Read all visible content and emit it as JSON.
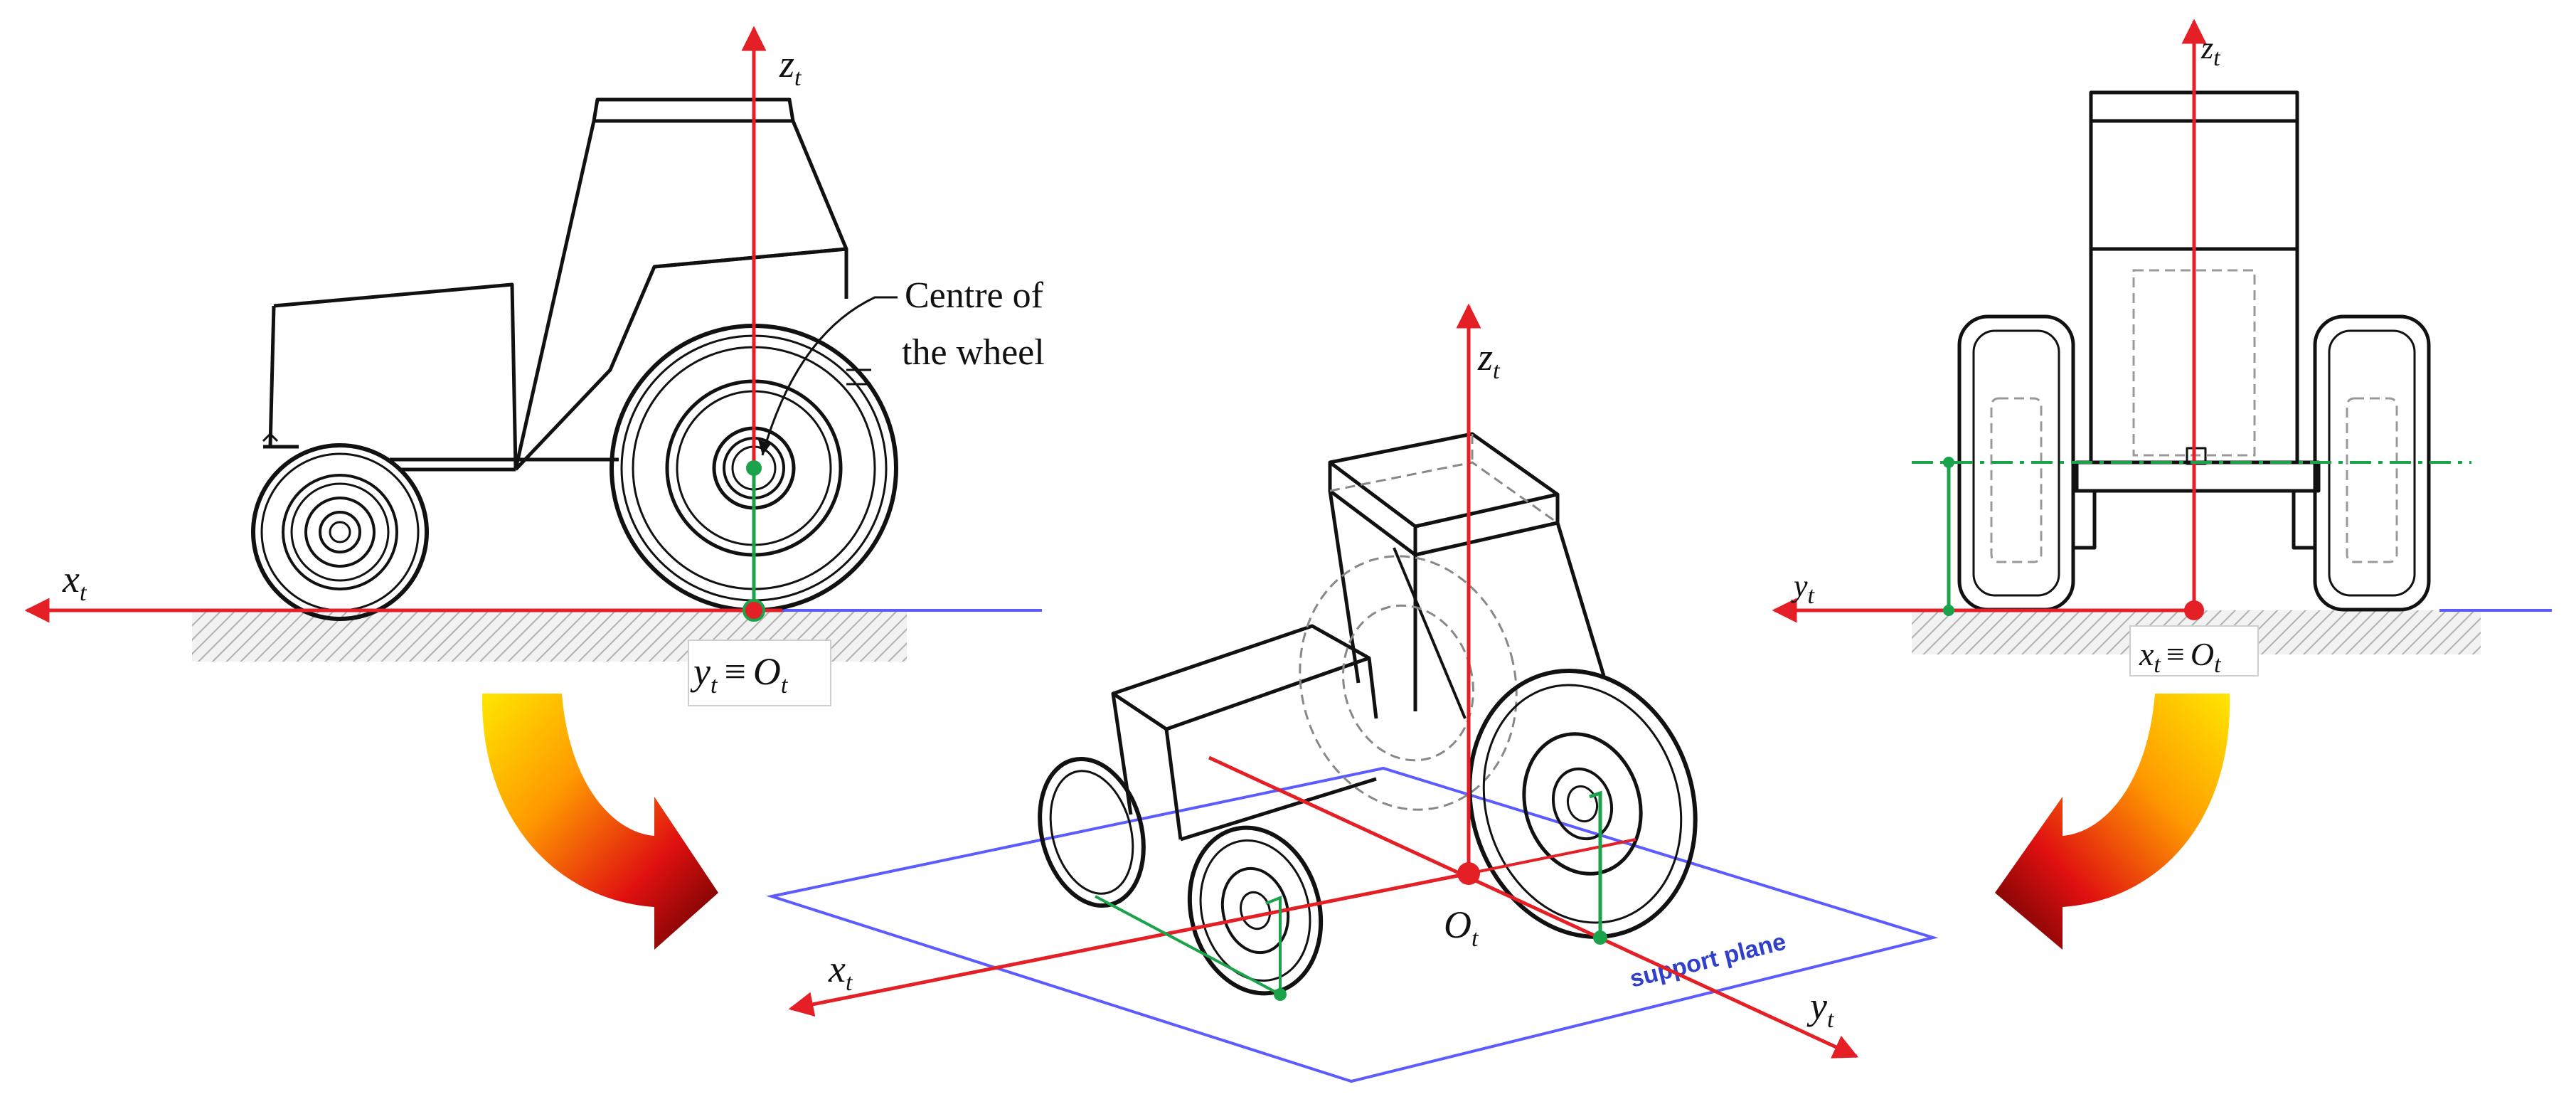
{
  "side_view": {
    "axis_x": {
      "main": "x",
      "sub": "t"
    },
    "axis_z": {
      "main": "z",
      "sub": "t"
    },
    "origin_label": {
      "y": "y",
      "y_sub": "t",
      "equiv": "≡",
      "o": "O",
      "o_sub": "t"
    },
    "note_line1": "Centre of",
    "note_line2": "the wheel"
  },
  "iso_view": {
    "axis_x": {
      "main": "x",
      "sub": "t"
    },
    "axis_y": {
      "main": "y",
      "sub": "t"
    },
    "axis_z": {
      "main": "z",
      "sub": "t"
    },
    "origin": {
      "main": "O",
      "sub": "t"
    },
    "plane_text": "support plane"
  },
  "front_view": {
    "axis_y": {
      "main": "y",
      "sub": "t"
    },
    "axis_z": {
      "main": "z",
      "sub": "t"
    },
    "origin_label": {
      "x": "x",
      "x_sub": "t",
      "equiv": "≡",
      "o": "O",
      "o_sub": "t"
    }
  },
  "colors": {
    "axis": "#e41f26",
    "support": "#5b5bff",
    "measure": "#1aa34a",
    "arrow_gradient": [
      "#ffe600",
      "#ff7a00",
      "#e01010",
      "#6a0000"
    ]
  }
}
